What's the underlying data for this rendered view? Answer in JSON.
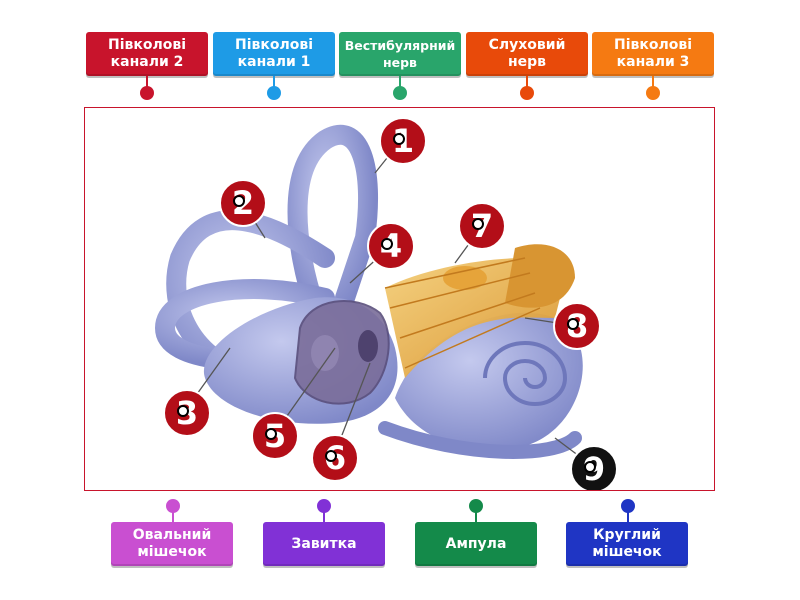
{
  "top_tags": [
    {
      "label": "Півколові\nканали 2",
      "color": "#c8142c"
    },
    {
      "label": "Півколові\nканали 1",
      "color": "#1e9be6"
    },
    {
      "label": "Вестибулярний\nнерв",
      "color": "#29a56b"
    },
    {
      "label": "Слуховий\nнерв",
      "color": "#e84a0a"
    },
    {
      "label": "Півколові\nканали 3",
      "color": "#f57a12"
    }
  ],
  "bottom_tags": [
    {
      "label": "Овальний\nмішечок",
      "color": "#c94fd1"
    },
    {
      "label": "Завитка",
      "color": "#8131d6"
    },
    {
      "label": "Ампула",
      "color": "#148a4a"
    },
    {
      "label": "Круглий\nмішечок",
      "color": "#1f35c4"
    }
  ],
  "markers": [
    {
      "number": "1",
      "color": "#b30e18"
    },
    {
      "number": "2",
      "color": "#b30e18"
    },
    {
      "number": "3",
      "color": "#b30e18"
    },
    {
      "number": "4",
      "color": "#b30e18"
    },
    {
      "number": "5",
      "color": "#b30e18"
    },
    {
      "number": "6",
      "color": "#b30e18"
    },
    {
      "number": "7",
      "color": "#b30e18"
    },
    {
      "number": "8",
      "color": "#b30e18"
    },
    {
      "number": "9",
      "color": "#111111"
    }
  ],
  "colors": {
    "frame_border": "#c8142c",
    "labyrinth": "#8e96d3",
    "nerve": "#e9a93a"
  }
}
